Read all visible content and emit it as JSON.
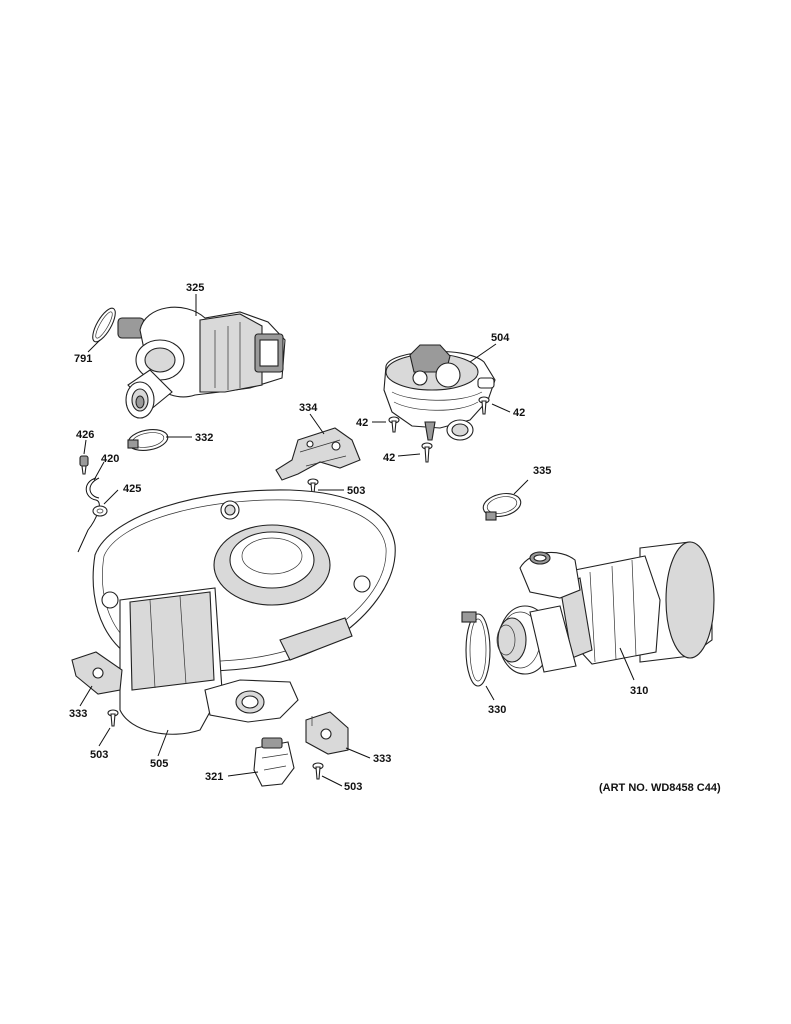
{
  "labels": {
    "p325": "325",
    "p791": "791",
    "p504": "504",
    "p334": "334",
    "p42a": "42",
    "p42b": "42",
    "p42c": "42",
    "p426": "426",
    "p332": "332",
    "p420": "420",
    "p425": "425",
    "p503a": "503",
    "p335": "335",
    "p310": "310",
    "p330": "330",
    "p333a": "333",
    "p503b": "503",
    "p505": "505",
    "p321": "321",
    "p333b": "333",
    "p503c": "503"
  },
  "art_number": "(ART NO. WD8458 C44)"
}
